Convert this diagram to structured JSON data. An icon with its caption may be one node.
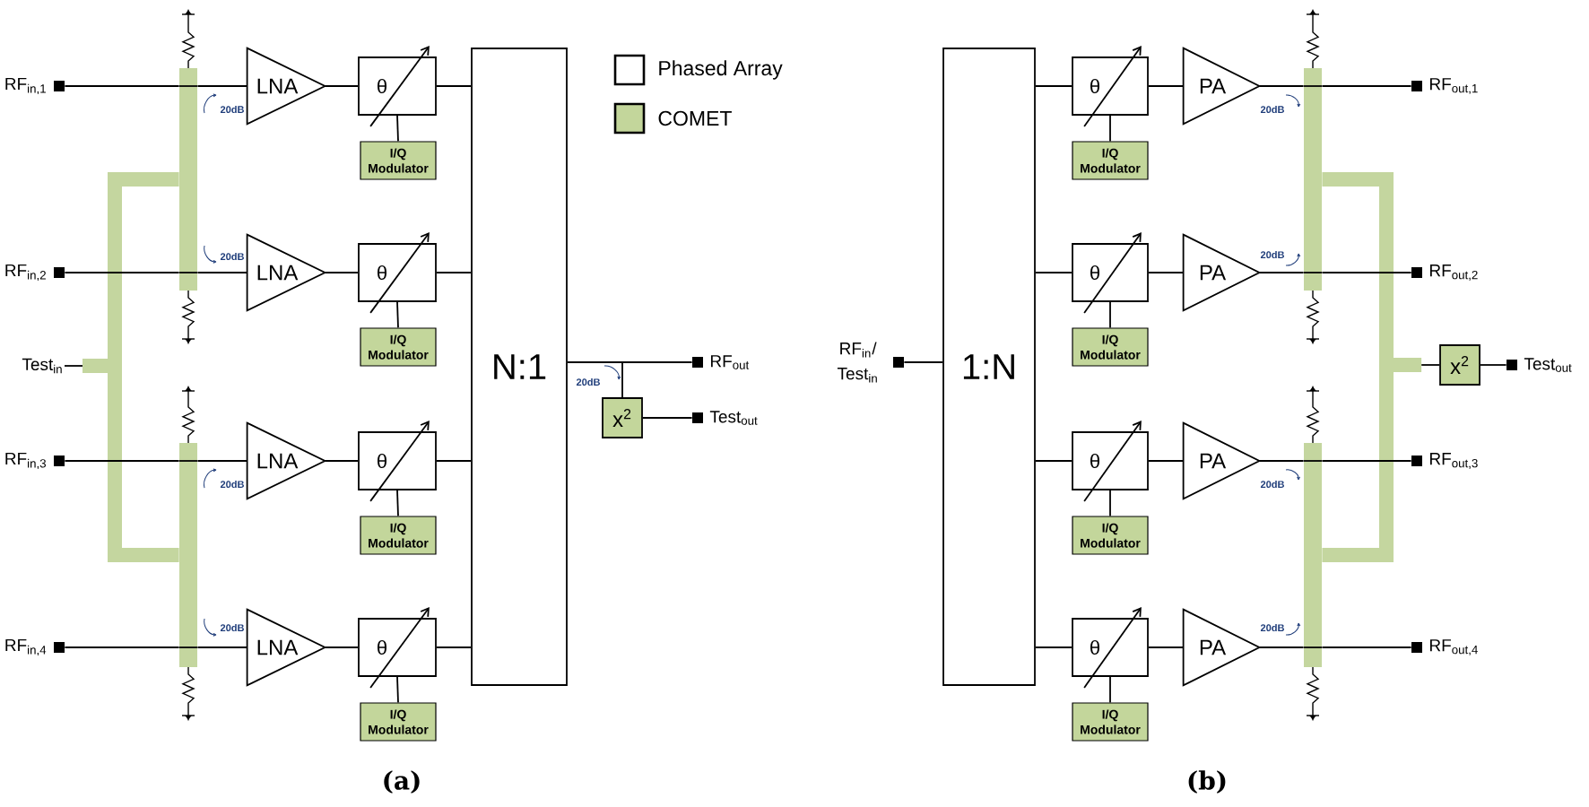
{
  "diagram": {
    "nodes": [
      {
        "text": [
          "RF$_{in,1}$"
        ]
      },
      {
        "text": [
          "RF$_{in,2}$"
        ]
      },
      {
        "text": [
          "Test$_{in}$"
        ]
      },
      {
        "text": [
          "RF$_{in,3}$"
        ]
      },
      {
        "text": [
          "RF$_{in,4}$"
        ]
      },
      {
        "text": [],
        "shape": "bar",
        "beside": [
          "20dB",
          "20dB"
        ]
      },
      {
        "text": [],
        "shape": "bar",
        "beside": [
          "20dB",
          "20dB"
        ]
      },
      {
        "text": [
          "LNA"
        ]
      },
      {
        "text": [
          "LNA"
        ]
      },
      {
        "text": [
          "LNA"
        ]
      },
      {
        "text": [
          "LNA"
        ]
      },
      {
        "text": [
          "θ"
        ]
      },
      {
        "text": [
          "θ"
        ]
      },
      {
        "text": [
          "θ"
        ]
      },
      {
        "text": [
          "θ"
        ]
      },
      {
        "text": [
          "I/Q Modulator"
        ]
      },
      {
        "text": [
          "I/Q Modulator"
        ]
      },
      {
        "text": [
          "I/Q Modulator"
        ]
      },
      {
        "text": [
          "I/Q Modulator"
        ]
      },
      {
        "text": [
          "N:1"
        ]
      },
      {
        "text": [
          "x$^{2}$"
        ]
      },
      {
        "text": [
          "RF$_{out}$"
        ]
      },
      {
        "text": [
          "Test$_{out}$"
        ]
      },
      {
        "text": [
          "RF$_{in}$/ Test$_{in}$"
        ]
      },
      {
        "text": [
          "1:N"
        ]
      },
      {
        "text": [
          "θ"
        ]
      },
      {
        "text": [
          "θ"
        ]
      },
      {
        "text": [
          "θ"
        ]
      },
      {
        "text": [
          "θ"
        ]
      },
      {
        "text": [
          "I/Q Modulator"
        ]
      },
      {
        "text": [
          "I/Q Modulator"
        ]
      },
      {
        "text": [
          "I/Q Modulator"
        ]
      },
      {
        "text": [
          "I/Q Modulator"
        ]
      },
      {
        "text": [
          "PA"
        ]
      },
      {
        "text": [
          "PA"
        ]
      },
      {
        "text": [
          "PA"
        ]
      },
      {
        "text": [
          "PA"
        ]
      },
      {
        "text": [],
        "shape": "bar",
        "beside": [
          "20dB",
          "20dB"
        ]
      },
      {
        "text": [],
        "shape": "bar",
        "beside": [
          "20dB",
          "20dB"
        ]
      },
      {
        "text": [
          "x$^{2}$"
        ]
      },
      {
        "text": [
          "RF$_{out,1}$"
        ]
      },
      {
        "text": [
          "RF$_{out,2}$"
        ]
      },
      {
        "text": [
          "RF$_{out,3}$"
        ]
      },
      {
        "text": [
          "RF$_{out,4}$"
        ]
      },
      {
        "text": [
          "Test$_{out}$"
        ]
      }
    ],
    "edges": [
      {
        "from": 0,
        "to": 5,
        "arrow": "none"
      },
      {
        "from": 5,
        "to": 7,
        "arrow": "none"
      },
      {
        "from": 1,
        "to": 5,
        "arrow": "none"
      },
      {
        "from": 5,
        "to": 8,
        "arrow": "none"
      },
      {
        "from": 3,
        "to": 6,
        "arrow": "none"
      },
      {
        "from": 6,
        "to": 9,
        "arrow": "none"
      },
      {
        "from": 4,
        "to": 6,
        "arrow": "none"
      },
      {
        "from": 6,
        "to": 10,
        "arrow": "none"
      },
      {
        "from": 7,
        "to": 11,
        "arrow": "none"
      },
      {
        "from": 8,
        "to": 12,
        "arrow": "none"
      },
      {
        "from": 9,
        "to": 13,
        "arrow": "none"
      },
      {
        "from": 10,
        "to": 14,
        "arrow": "none"
      },
      {
        "from": 11,
        "to": 19,
        "arrow": "none"
      },
      {
        "from": 12,
        "to": 19,
        "arrow": "none"
      },
      {
        "from": 13,
        "to": 19,
        "arrow": "none"
      },
      {
        "from": 14,
        "to": 19,
        "arrow": "none"
      },
      {
        "from": 15,
        "to": 11,
        "arrow": "none"
      },
      {
        "from": 16,
        "to": 12,
        "arrow": "none"
      },
      {
        "from": 17,
        "to": 13,
        "arrow": "none"
      },
      {
        "from": 18,
        "to": 14,
        "arrow": "none"
      },
      {
        "from": 2,
        "to": 5,
        "arrow": "none",
        "style": "thick",
        "color": "#c4d69f"
      },
      {
        "from": 2,
        "to": 6,
        "arrow": "none",
        "style": "thick",
        "color": "#c4d69f"
      },
      {
        "from": 19,
        "to": 21,
        "arrow": "none"
      },
      {
        "from": 19,
        "to": 20,
        "arrow": "none"
      },
      {
        "from": 20,
        "to": 22,
        "arrow": "none"
      },
      {
        "from": 23,
        "to": 24,
        "arrow": "none"
      },
      {
        "from": 24,
        "to": 25,
        "arrow": "none"
      },
      {
        "from": 24,
        "to": 26,
        "arrow": "none"
      },
      {
        "from": 24,
        "to": 27,
        "arrow": "none"
      },
      {
        "from": 24,
        "to": 28,
        "arrow": "none"
      },
      {
        "from": 29,
        "to": 25,
        "arrow": "none"
      },
      {
        "from": 30,
        "to": 26,
        "arrow": "none"
      },
      {
        "from": 31,
        "to": 27,
        "arrow": "none"
      },
      {
        "from": 32,
        "to": 28,
        "arrow": "none"
      },
      {
        "from": 25,
        "to": 33,
        "arrow": "none"
      },
      {
        "from": 26,
        "to": 34,
        "arrow": "none"
      },
      {
        "from": 27,
        "to": 35,
        "arrow": "none"
      },
      {
        "from": 28,
        "to": 36,
        "arrow": "none"
      },
      {
        "from": 33,
        "to": 37,
        "arrow": "none"
      },
      {
        "from": 37,
        "to": 40,
        "arrow": "none"
      },
      {
        "from": 34,
        "to": 37,
        "arrow": "none"
      },
      {
        "from": 37,
        "to": 41,
        "arrow": "none"
      },
      {
        "from": 35,
        "to": 38,
        "arrow": "none"
      },
      {
        "from": 38,
        "to": 42,
        "arrow": "none"
      },
      {
        "from": 36,
        "to": 38,
        "arrow": "none"
      },
      {
        "from": 38,
        "to": 43,
        "arrow": "none"
      },
      {
        "from": 37,
        "to": 39,
        "arrow": "none",
        "style": "thick",
        "color": "#c4d69f"
      },
      {
        "from": 38,
        "to": 39,
        "arrow": "none",
        "style": "thick",
        "color": "#c4d69f"
      },
      {
        "from": 39,
        "to": 44,
        "arrow": "none"
      }
    ],
    "labels": [
      "20dB",
      "(a)",
      "(b)"
    ],
    "legend": [
      {
        "text": "Phased Array"
      },
      {
        "text": "COMET",
        "color": "#c3d69b"
      }
    ]
  }
}
